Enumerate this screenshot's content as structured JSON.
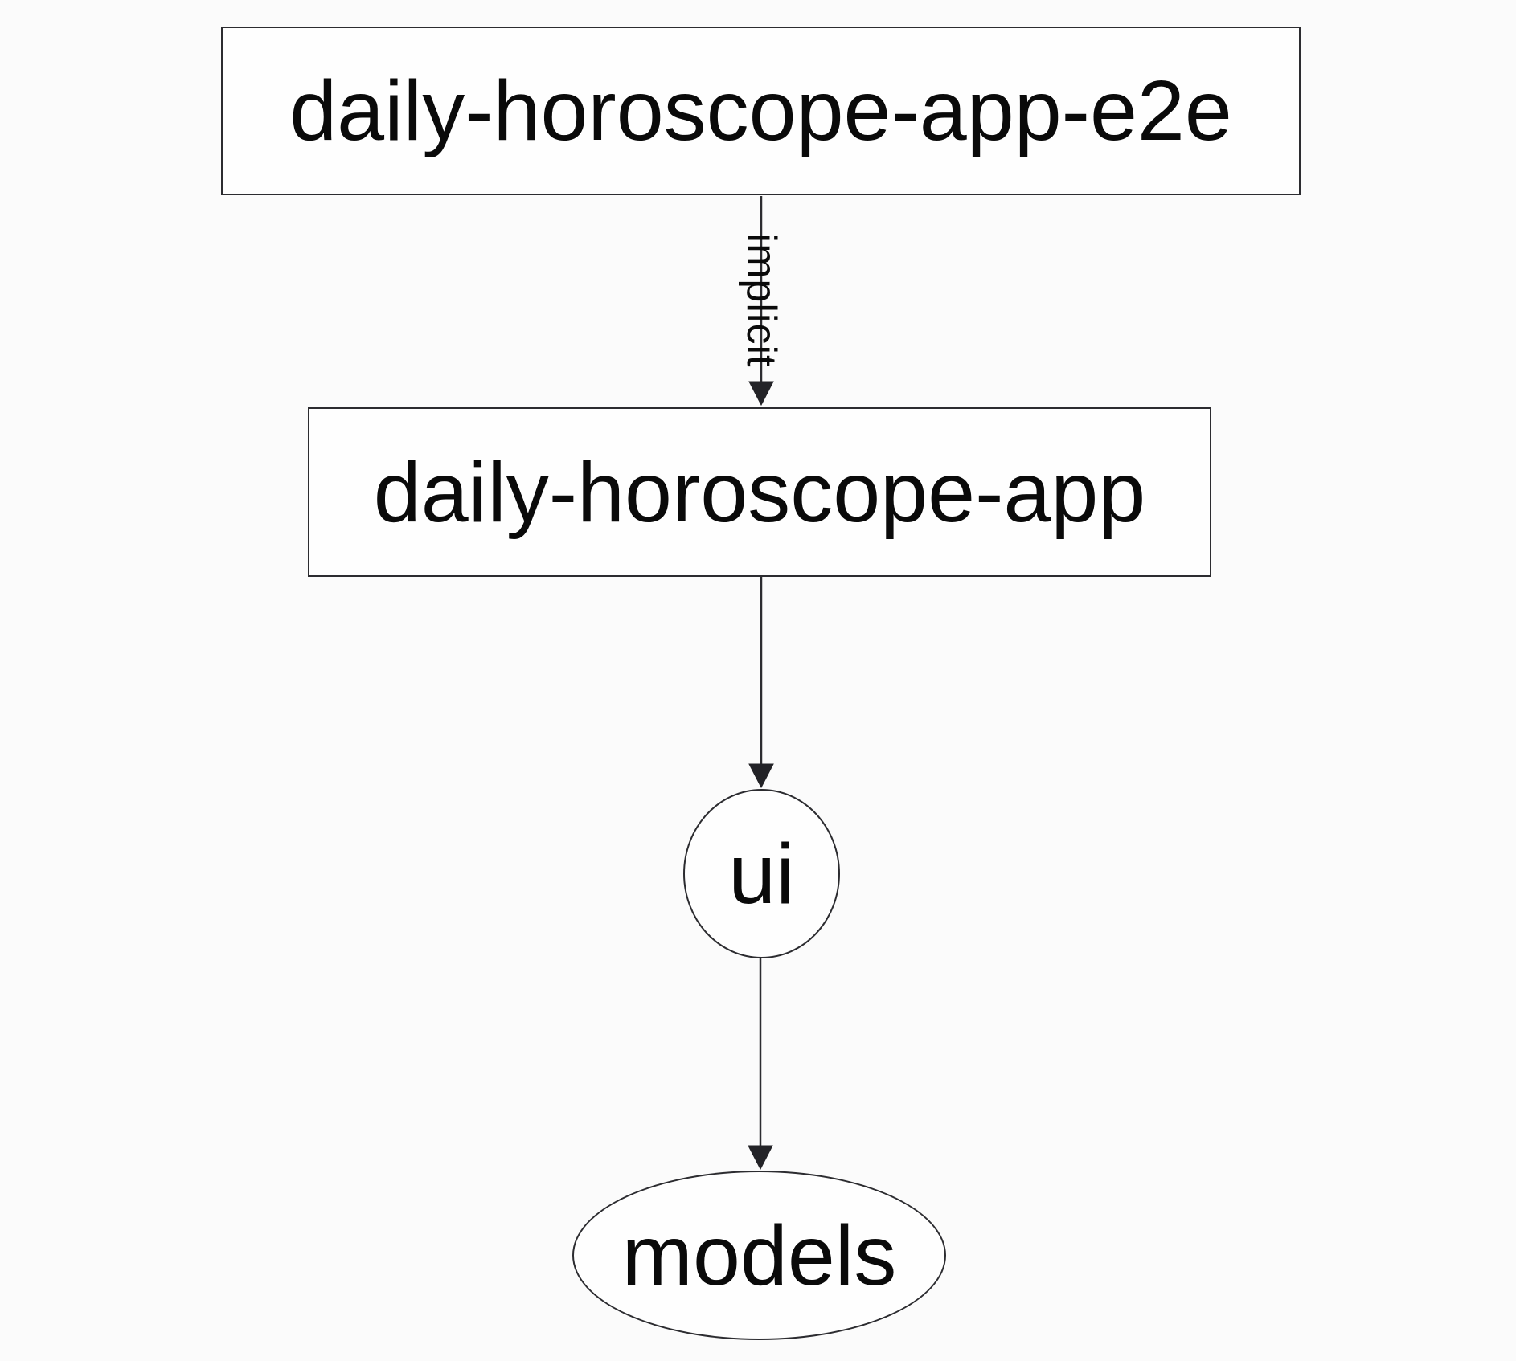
{
  "diagram": {
    "kind": "project-dependency-graph",
    "colors": {
      "background": "#fbfbfb",
      "node_fill": "#fefefe",
      "stroke": "#2c2c30",
      "text": "#0a0a0a"
    },
    "nodes": [
      {
        "id": "daily-horoscope-app-e2e",
        "label": "daily-horoscope-app-e2e",
        "shape": "rectangle"
      },
      {
        "id": "daily-horoscope-app",
        "label": "daily-horoscope-app",
        "shape": "rectangle"
      },
      {
        "id": "ui",
        "label": "ui",
        "shape": "ellipse"
      },
      {
        "id": "models",
        "label": "models",
        "shape": "ellipse"
      }
    ],
    "edges": [
      {
        "from": "daily-horoscope-app-e2e",
        "to": "daily-horoscope-app",
        "label": "implicit"
      },
      {
        "from": "daily-horoscope-app",
        "to": "ui",
        "label": ""
      },
      {
        "from": "ui",
        "to": "models",
        "label": ""
      }
    ]
  }
}
